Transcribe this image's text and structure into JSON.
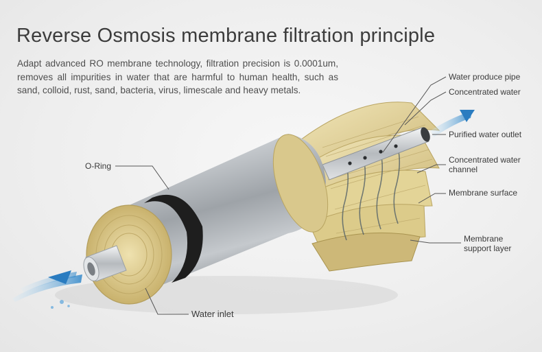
{
  "title": "Reverse Osmosis membrane filtration principle",
  "description": "Adapt advanced RO membrane technology, filtration precision is 0.0001um, removes all impurities in water that are harmful to human health, such as sand, colloid, rust, sand, bacteria, virus, limescale and heavy metals.",
  "labels": {
    "o_ring": "O-Ring",
    "water_inlet": "Water inlet",
    "water_produce_pipe": "Water produce pipe",
    "concentrated_water": "Concentrated water",
    "purified_water_outlet": "Purified water outlet",
    "concentrated_water_channel_1": "Concentrated water",
    "concentrated_water_channel_2": "channel",
    "membrane_surface": "Membrane surface",
    "membrane_support_1": "Membrane",
    "membrane_support_2": "support layer"
  },
  "colors": {
    "cylinder_silver": "#b9bdc1",
    "membrane_tan": "#d9c88c",
    "ring_black": "#1e1e1e",
    "water_blue": "#3b8ed0",
    "leader_line": "#555555"
  }
}
